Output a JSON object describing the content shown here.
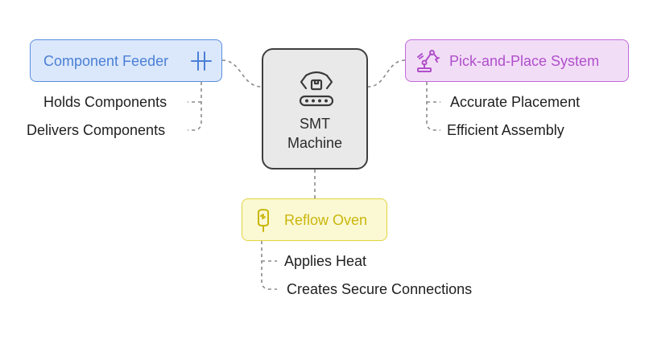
{
  "center": {
    "line1": "SMT",
    "line2": "Machine",
    "icon": "robot-arm-conveyor-icon"
  },
  "nodes": {
    "feeder": {
      "label": "Component Feeder",
      "icon": "capacitor-icon",
      "color": "#4a7fd6",
      "children": [
        "Holds Components",
        "Delivers Components"
      ]
    },
    "pick": {
      "label": "Pick-and-Place System",
      "icon": "robotic-arm-icon",
      "color": "#b04fcb",
      "children": [
        "Accurate Placement",
        "Efficient Assembly"
      ]
    },
    "reflow": {
      "label": "Reflow Oven",
      "icon": "thermometer-icon",
      "color": "#c9b70c",
      "children": [
        "Applies Heat",
        "Creates Secure Connections"
      ]
    }
  }
}
